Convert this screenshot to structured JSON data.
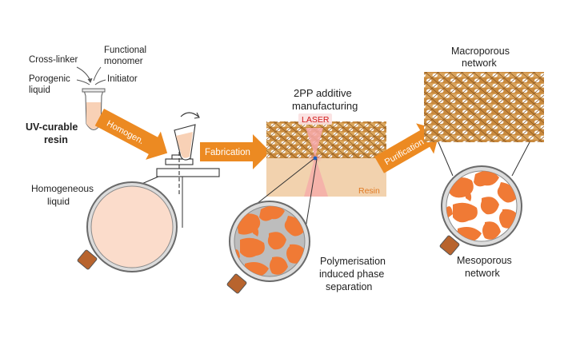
{
  "labels": {
    "cross_linker": "Cross-linker",
    "functional_monomer_1": "Functional",
    "functional_monomer_2": "monomer",
    "porogenic_1": "Porogenic",
    "porogenic_2": "liquid",
    "initiator": "Initiator",
    "uv_resin_1": "UV-curable",
    "uv_resin_2": "resin",
    "homogen": "Homogen.",
    "homogeneous_1": "Homogeneous",
    "homogeneous_2": "liquid",
    "fabrication": "Fabrication",
    "twopp_1": "2PP additive",
    "twopp_2": "manufacturing",
    "laser": "LASER",
    "resin": "Resin",
    "pips_1": "Polymerisation",
    "pips_2": "induced phase",
    "pips_3": "separation",
    "purification": "Purification",
    "macro_1": "Macroporous",
    "macro_2": "network",
    "meso_1": "Mesoporous",
    "meso_2": "network"
  },
  "colors": {
    "arrow_orange": "#ec8a22",
    "resin_beige": "#f2d2ae",
    "lattice_brown": "#c98a3e",
    "homogeneous_fill": "#fbdccb",
    "polymer_orange": "#f07a35",
    "pore_grey": "#bdbdbd",
    "laser_pink": "#f4a0a0",
    "handle_brown": "#b8642e"
  }
}
